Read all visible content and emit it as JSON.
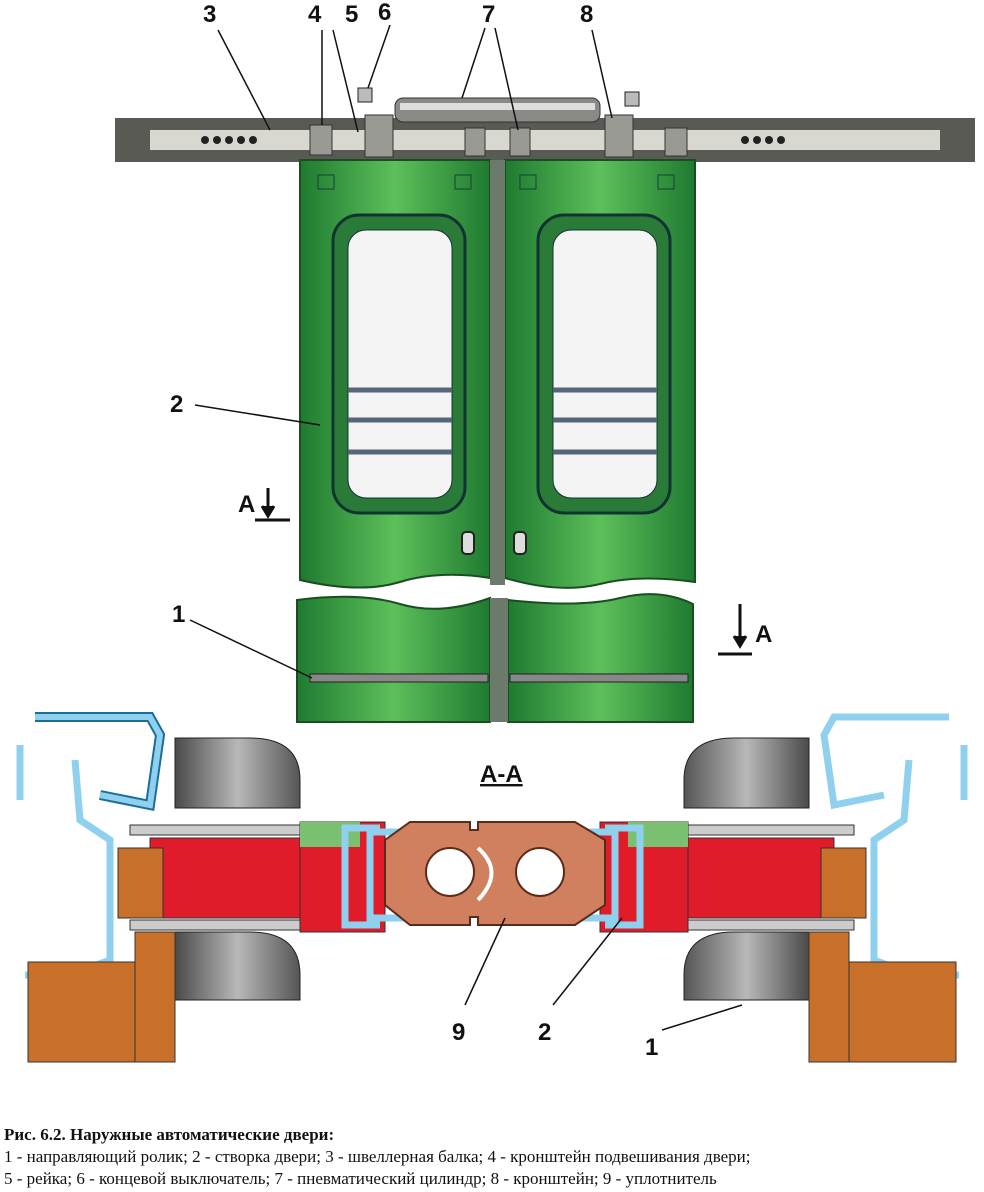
{
  "figure": {
    "callouts": {
      "n3": "3",
      "n4": "4",
      "n5": "5",
      "n6": "6",
      "n7": "7",
      "n8": "8",
      "n2_top": "2",
      "n1_top": "1",
      "section_mark_left": "A",
      "section_mark_right": "A",
      "section_title": "A-A",
      "n9_bottom": "9",
      "n2_bottom": "2",
      "n1_bottom": "1"
    },
    "colors": {
      "door": "#2e9a3e",
      "beam": "#5a5a55",
      "profile": "#7fc8e8",
      "panel": "#e01b2a",
      "wood": "#c8702a",
      "seal": "#d0805e",
      "roller": "#6b6b6b"
    }
  },
  "caption": {
    "title": "Рис. 6.2. Наружные автоматические двери:",
    "line1": "1 - направляющий ролик; 2 - створка двери; 3 - швеллерная балка; 4 - кронштейн подвешивания двери;",
    "line2": "5 -  рейка; 6 - концевой выключатель; 7 - пневматический цилиндр; 8 - кронштейн; 9 - уплотнитель"
  }
}
